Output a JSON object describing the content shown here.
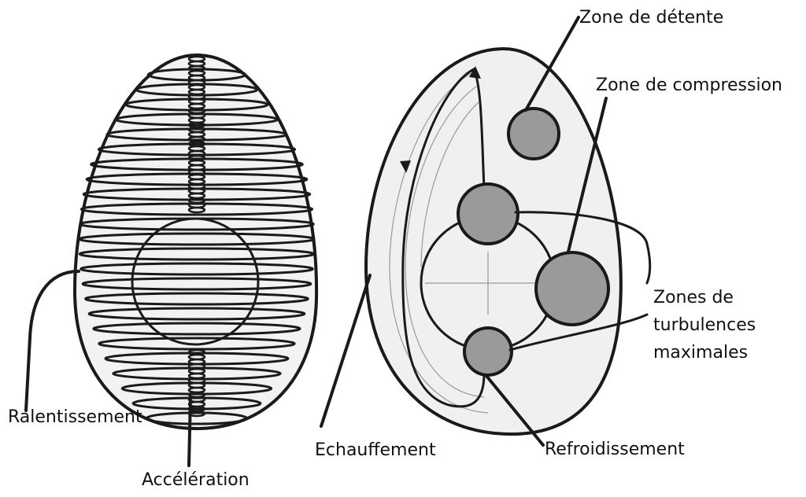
{
  "labels": {
    "detente": "Zone de détente",
    "compression": "Zone de compression",
    "turbulences_1": "Zones de",
    "turbulences_2": "turbulences",
    "turbulences_3": "maximales",
    "refroidissement": "Refroidissement",
    "echauffement": "Echauffement",
    "ralentissement": "Ralentissement",
    "acceleration": "Accélération"
  },
  "colors": {
    "ink": "#1a1a1a",
    "fill": "#efefef",
    "shade": "#9a9a9a"
  }
}
